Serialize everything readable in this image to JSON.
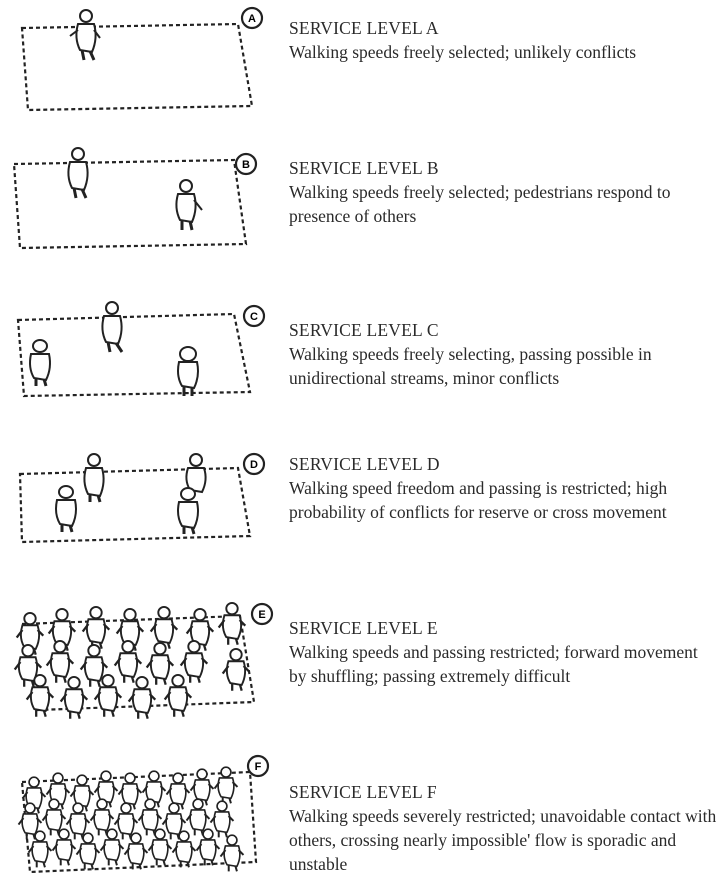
{
  "levels": [
    {
      "badge": "A",
      "title": "SERVICE LEVEL A",
      "description": "Walking speeds freely selected; unlikely conflicts",
      "crowd": "sparse"
    },
    {
      "badge": "B",
      "title": "SERVICE LEVEL B",
      "description": "Walking speeds freely selected; pedestrians respond to presence of others",
      "crowd": "light"
    },
    {
      "badge": "C",
      "title": "SERVICE LEVEL C",
      "description": "Walking speeds freely selecting, passing possible in unidirectional streams, minor conflicts",
      "crowd": "moderate"
    },
    {
      "badge": "D",
      "title": "SERVICE LEVEL D",
      "description": "Walking speed freedom and passing is restricted; high probability of conflicts for reserve or cross movement",
      "crowd": "moderate"
    },
    {
      "badge": "E",
      "title": "SERVICE LEVEL E",
      "description": "Walking speeds and passing restricted; forward movement by shuffling; passing extremely difficult",
      "crowd": "dense"
    },
    {
      "badge": "F",
      "title": "SERVICE LEVEL F",
      "description": "Walking speeds severely restricted; unavoidable contact with others, crossing nearly impossible' flow is sporadic and unstable",
      "crowd": "jammed"
    }
  ]
}
